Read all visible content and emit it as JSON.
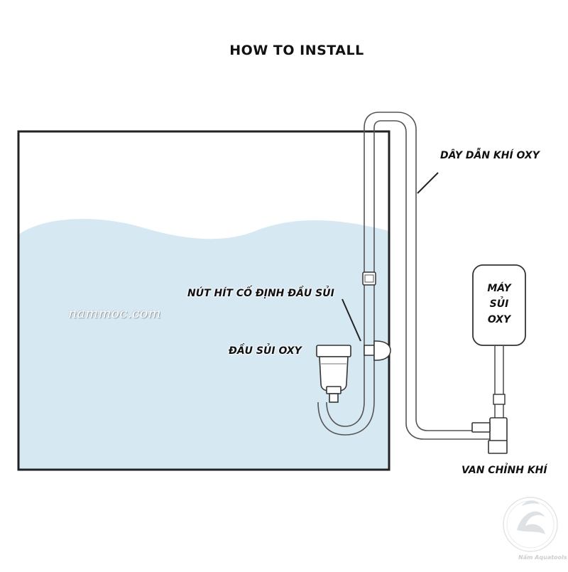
{
  "title": "HOW TO INSTALL",
  "labels": {
    "air_tube": "DÂY DẪN KHÍ OXY",
    "suction_cup": "NÚT HÍT CỐ ĐỊNH ĐẦU SỦI",
    "air_stone": "ĐẦU SỦI OXY",
    "air_pump": [
      "MÁY",
      "SỦI",
      "OXY"
    ],
    "valve": "VAN CHỈNH KHÍ"
  },
  "watermark": "nammoc.com",
  "brand_logo_text": "Nấm Aquatools",
  "colors": {
    "water": "#d6e8f2",
    "outline": "#222222",
    "tube": "#555555"
  }
}
